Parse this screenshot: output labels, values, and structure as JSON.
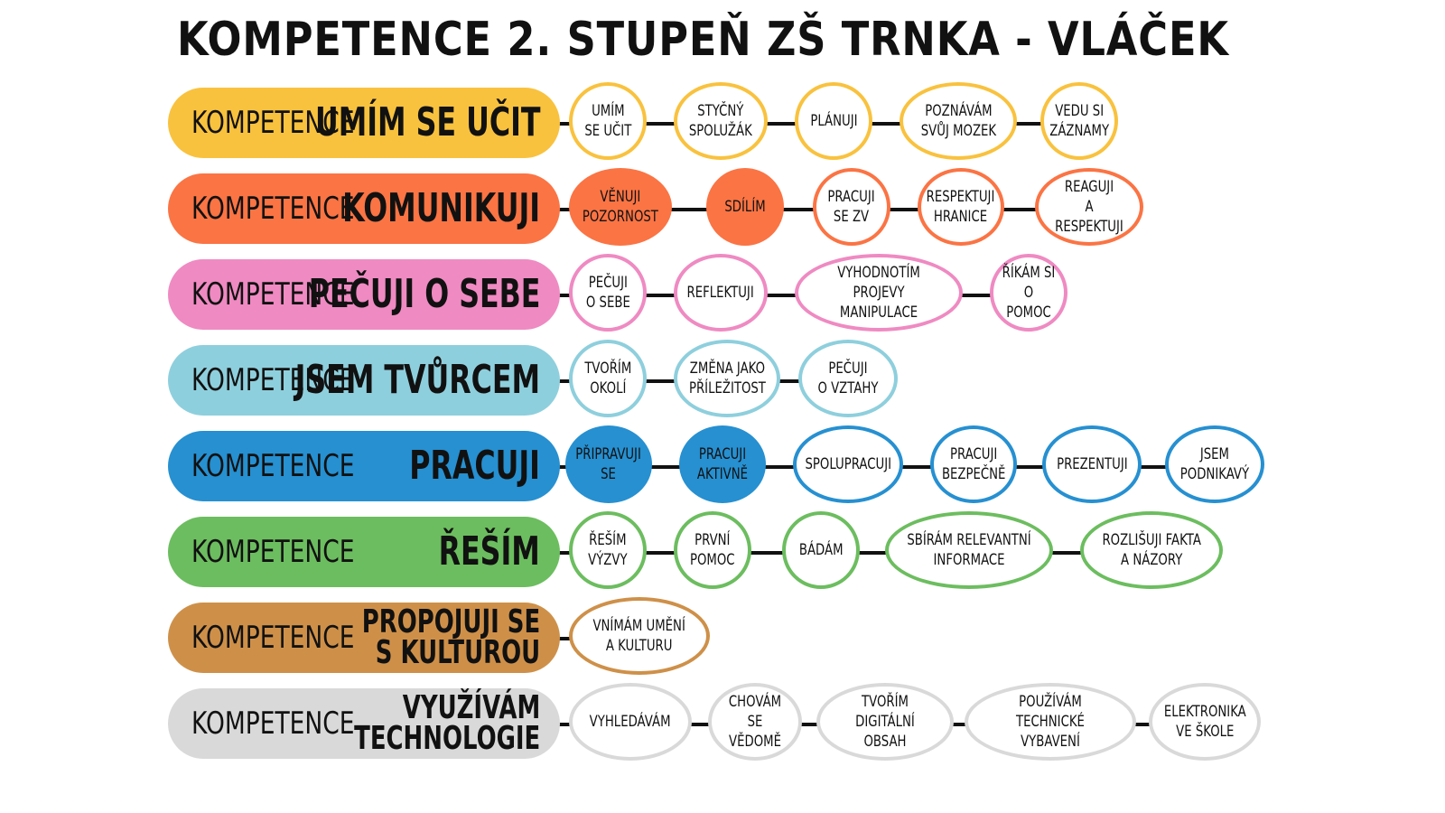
{
  "title": "KOMPETENCE 2. STUPEŇ ZŠ TRNKA - VLÁČEK",
  "rows": [
    {
      "prefix": "KOMPETENCE",
      "name": "UMÍM SE UČIT",
      "color": "#F9C23E",
      "nodes": [
        {
          "label": "UMÍM\nSE UČIT",
          "filled": false
        },
        {
          "label": "STYČNÝ\nSPOLUŽÁK",
          "filled": false
        },
        {
          "label": "PLÁNUJI",
          "filled": false
        },
        {
          "label": "POZNÁVÁM\nSVŮJ MOZEK",
          "filled": false
        },
        {
          "label": "VEDU SI\nZÁZNAMY",
          "filled": false
        }
      ]
    },
    {
      "prefix": "KOMPETENCE",
      "name": "KOMUNIKUJI",
      "color": "#FB7444",
      "nodes": [
        {
          "label": "VĚNUJI\nPOZORNOST",
          "filled": true
        },
        {
          "label": "SDÍLÍM",
          "filled": true
        },
        {
          "label": "PRACUJI\nSE ZV",
          "filled": false
        },
        {
          "label": "RESPEKTUJI\nHRANICE",
          "filled": false
        },
        {
          "label": "REAGUJI\nA RESPEKTUJI",
          "filled": false
        }
      ]
    },
    {
      "prefix": "KOMPETENCE",
      "name": "PEČUJI O SEBE",
      "color": "#EF8AC2",
      "nodes": [
        {
          "label": "PEČUJI\nO SEBE",
          "filled": false
        },
        {
          "label": "REFLEKTUJI",
          "filled": false
        },
        {
          "label": "VYHODNOTÍM\nPROJEVY MANIPULACE",
          "filled": false
        },
        {
          "label": "ŘÍKÁM SI\nO POMOC",
          "filled": false
        }
      ]
    },
    {
      "prefix": "KOMPETENCE",
      "name": "JSEM TVŮRCEM",
      "color": "#8ECFDD",
      "nodes": [
        {
          "label": "TVOŘÍM\nOKOLÍ",
          "filled": false
        },
        {
          "label": "ZMĚNA JAKO\nPŘÍLEŽITOST",
          "filled": false
        },
        {
          "label": "PEČUJI\nO VZTAHY",
          "filled": false
        }
      ]
    },
    {
      "prefix": "KOMPETENCE",
      "name": "PRACUJI",
      "color": "#2690D1",
      "nodes": [
        {
          "label": "PŘIPRAVUJI\nSE",
          "filled": true
        },
        {
          "label": "PRACUJI\nAKTIVNĚ",
          "filled": true
        },
        {
          "label": "SPOLUPRACUJI",
          "filled": false
        },
        {
          "label": "PRACUJI\nBEZPEČNĚ",
          "filled": false
        },
        {
          "label": "PREZENTUJI",
          "filled": false
        },
        {
          "label": "JSEM\nPODNIKAVÝ",
          "filled": false
        }
      ]
    },
    {
      "prefix": "KOMPETENCE",
      "name": "ŘEŠÍM",
      "color": "#6CBD5F",
      "nodes": [
        {
          "label": "ŘEŠÍM\nVÝZVY",
          "filled": false
        },
        {
          "label": "PRVNÍ\nPOMOC",
          "filled": false
        },
        {
          "label": "BÁDÁM",
          "filled": false
        },
        {
          "label": "SBÍRÁM RELEVANTNÍ\nINFORMACE",
          "filled": false
        },
        {
          "label": "ROZLIŠUJI FAKTA\nA NÁZORY",
          "filled": false
        }
      ]
    },
    {
      "prefix": "KOMPETENCE",
      "name": "PROPOJUJI SE\nS KULTUROU",
      "color": "#CE9049",
      "nodes": [
        {
          "label": "VNÍMÁM UMĚNÍ\nA KULTURU",
          "filled": false
        }
      ]
    },
    {
      "prefix": "KOMPETENCE",
      "name": "VYUŽÍVÁM\nTECHNOLOGIE",
      "color": "#D9D9D9",
      "nodes": [
        {
          "label": "VYHLEDÁVÁM",
          "filled": false
        },
        {
          "label": "CHOVÁM SE\nVĚDOMĚ",
          "filled": false
        },
        {
          "label": "TVOŘÍM\nDIGITÁLNÍ OBSAH",
          "filled": false
        },
        {
          "label": "POUŽÍVÁM TECHNICKÉ\nVYBAVENÍ",
          "filled": false
        },
        {
          "label": "ELEKTRONIKA\nVE ŠKOLE",
          "filled": false
        }
      ]
    }
  ]
}
